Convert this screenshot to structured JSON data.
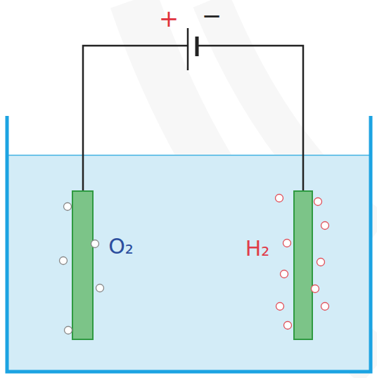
{
  "diagram": {
    "labels": [
      "+",
      "−",
      "O₂",
      "H₂"
    ]
  }
}
